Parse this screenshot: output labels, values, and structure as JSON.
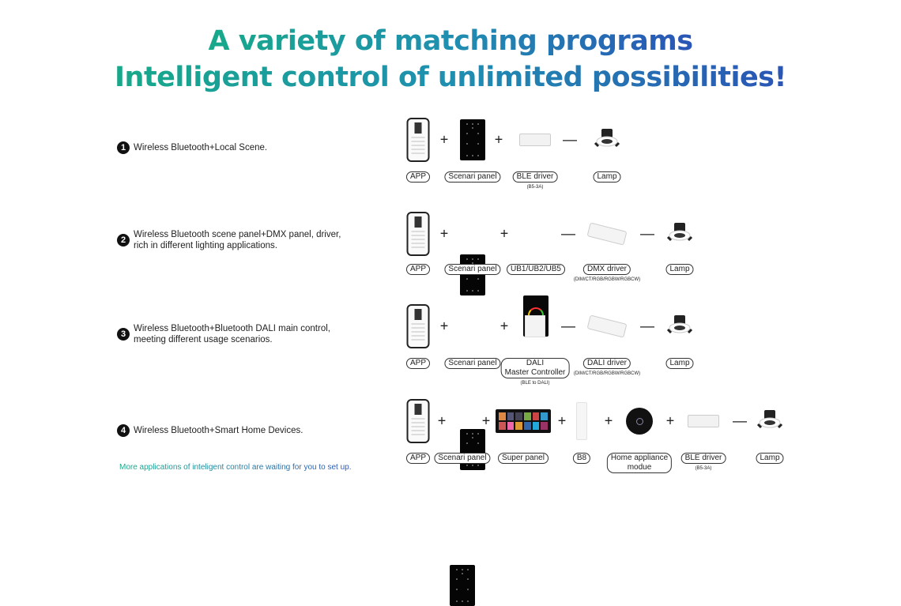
{
  "title": {
    "line1": "A variety of matching programs",
    "line2": "Intelligent control of unlimited possibilities!"
  },
  "rows": [
    {
      "num": "1",
      "desc": "Wireless Bluetooth+Local Scene.",
      "items": [
        {
          "label": "APP",
          "icon": "phone"
        },
        {
          "label": "Scenari panel",
          "icon": "panel"
        },
        {
          "label": "BLE driver",
          "sub": "(B5-3A)",
          "icon": "ble"
        },
        {
          "label": "Lamp",
          "icon": "lamp"
        }
      ],
      "ops": [
        "+",
        "+",
        "—"
      ]
    },
    {
      "num": "2",
      "desc": "Wireless Bluetooth scene panel+DMX panel, driver, rich in different lighting applications.",
      "items": [
        {
          "label": "APP",
          "icon": "phone"
        },
        {
          "label": "Scenari panel",
          "icon": "panel"
        },
        {
          "label": "UB1/UB2/UB5",
          "icon": "ub"
        },
        {
          "label": "DMX driver",
          "sub": "(DIM/CT/RGB/RGBW/RGBCW)",
          "icon": "dmx"
        },
        {
          "label": "Lamp",
          "icon": "lamp"
        }
      ],
      "ops": [
        "+",
        "+",
        "—",
        "—"
      ]
    },
    {
      "num": "3",
      "desc": "Wireless Bluetooth+Bluetooth DALI main control, meeting different usage scenarios.",
      "items": [
        {
          "label": "APP",
          "icon": "phone"
        },
        {
          "label": "Scenari panel",
          "icon": "panel"
        },
        {
          "label": "DALI\nMaster Controller",
          "sub": "(BLE to DALI)",
          "icon": "dali"
        },
        {
          "label": "DALI driver",
          "sub": "(DIM/CT/RGB/RGBW/RGBCW)",
          "icon": "dmx"
        },
        {
          "label": "Lamp",
          "icon": "lamp"
        }
      ],
      "ops": [
        "+",
        "+",
        "—",
        "—"
      ]
    },
    {
      "num": "4",
      "desc": "Wireless Bluetooth+Smart Home Devices.",
      "items": [
        {
          "label": "APP",
          "icon": "phone"
        },
        {
          "label": "Scenari panel",
          "icon": "panel"
        },
        {
          "label": "Super panel",
          "icon": "super"
        },
        {
          "label": "B8",
          "icon": "b8"
        },
        {
          "label": "Home appliance\nmodue",
          "icon": "home"
        },
        {
          "label": "BLE driver",
          "sub": "(B5-3A)",
          "icon": "ble"
        },
        {
          "label": "Lamp",
          "icon": "lamp"
        }
      ],
      "ops": [
        "+",
        "+",
        "+",
        "+",
        "+",
        "—"
      ]
    }
  ],
  "footer": "More applications of inteligent control are waiting for you to set up."
}
